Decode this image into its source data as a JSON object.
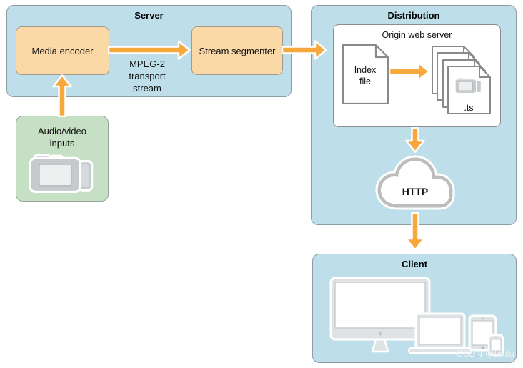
{
  "colors": {
    "panel_blue": "#BEDFEA",
    "panel_border": "#8E9CA3",
    "process_box_orange": "#FBD9A7",
    "input_box_green": "#C5E0C4",
    "arrow_orange": "#F6A83D",
    "device_gray": "#C6CACD",
    "outline_gray": "#8A8A8A",
    "cloud_border_gray": "#BDBDBD",
    "text_black": "#111111"
  },
  "server": {
    "title": "Server",
    "media_encoder_label": "Media encoder",
    "stream_segmenter_label": "Stream segmenter",
    "mpeg_label": "MPEG-2\ntransport\nstream"
  },
  "inputs": {
    "label": "Audio/video\ninputs"
  },
  "distribution": {
    "title": "Distribution",
    "origin_server_title": "Origin web server",
    "index_file_label": "Index\nfile",
    "ts_label": ".ts"
  },
  "network": {
    "cloud_label": "HTTP"
  },
  "client": {
    "title": "Client"
  },
  "watermark": {
    "text": "CSDN @bailu"
  },
  "icons": {
    "camcorder": "video-camera",
    "index_file": "document-page-folded-corner",
    "ts_stack": "document-stack",
    "cloud": "network-cloud",
    "client_devices": [
      "desktop-monitor",
      "laptop",
      "tablet",
      "smartphone"
    ]
  }
}
